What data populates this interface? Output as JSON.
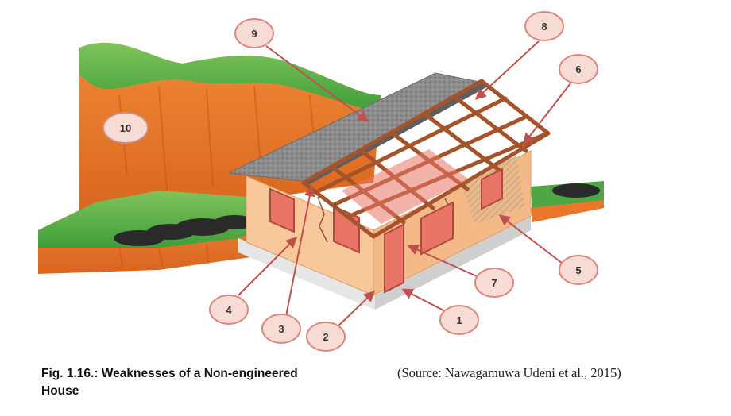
{
  "figure": {
    "caption_line1": "Fig. 1.16.: Weaknesses of a Non-engineered",
    "caption_line2": "House",
    "source": "(Source: Nawagamuwa Udeni et al., 2015)"
  },
  "callouts": [
    {
      "label": "1"
    },
    {
      "label": "2"
    },
    {
      "label": "3"
    },
    {
      "label": "4"
    },
    {
      "label": "5"
    },
    {
      "label": "6"
    },
    {
      "label": "7"
    },
    {
      "label": "8"
    },
    {
      "label": "9"
    },
    {
      "label": "10"
    }
  ],
  "colors": {
    "hill_green": "#55b84a",
    "hill_orange": "#e8772a",
    "wall": "#f8c79a",
    "roof": "#8e8e8e",
    "timber": "#a5532a",
    "window": "#e87466",
    "callout_fill": "#f7dcd6",
    "callout_stroke": "#d98a80",
    "arrow": "#c0504d"
  }
}
